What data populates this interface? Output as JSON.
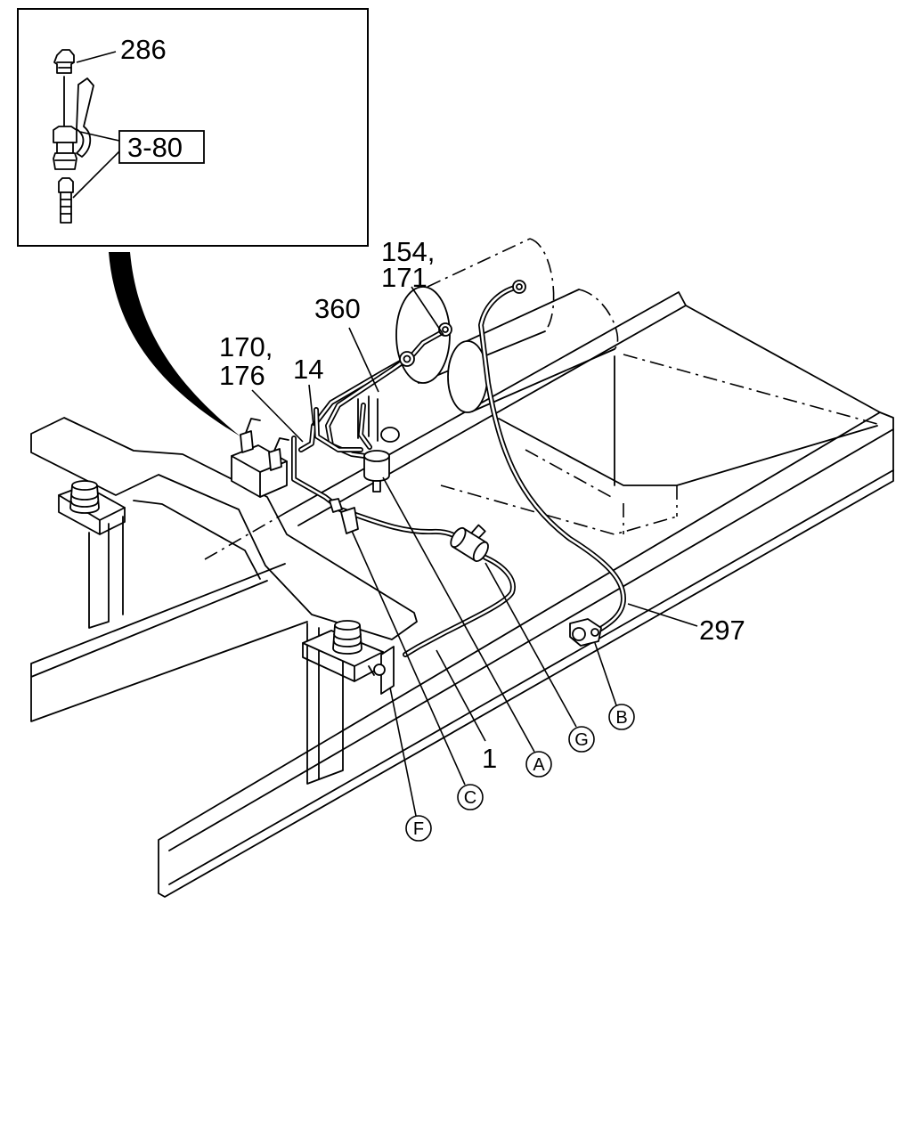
{
  "inset": {
    "part_286": "286",
    "ref_box": "3-80"
  },
  "callouts": {
    "p154": "154,",
    "p171": "171",
    "p360": "360",
    "p170": "170,",
    "p176": "176",
    "p14": "14",
    "p297": "297",
    "p1": "1"
  },
  "connectors": {
    "a": "A",
    "b": "B",
    "c": "C",
    "f": "F",
    "g": "G"
  }
}
